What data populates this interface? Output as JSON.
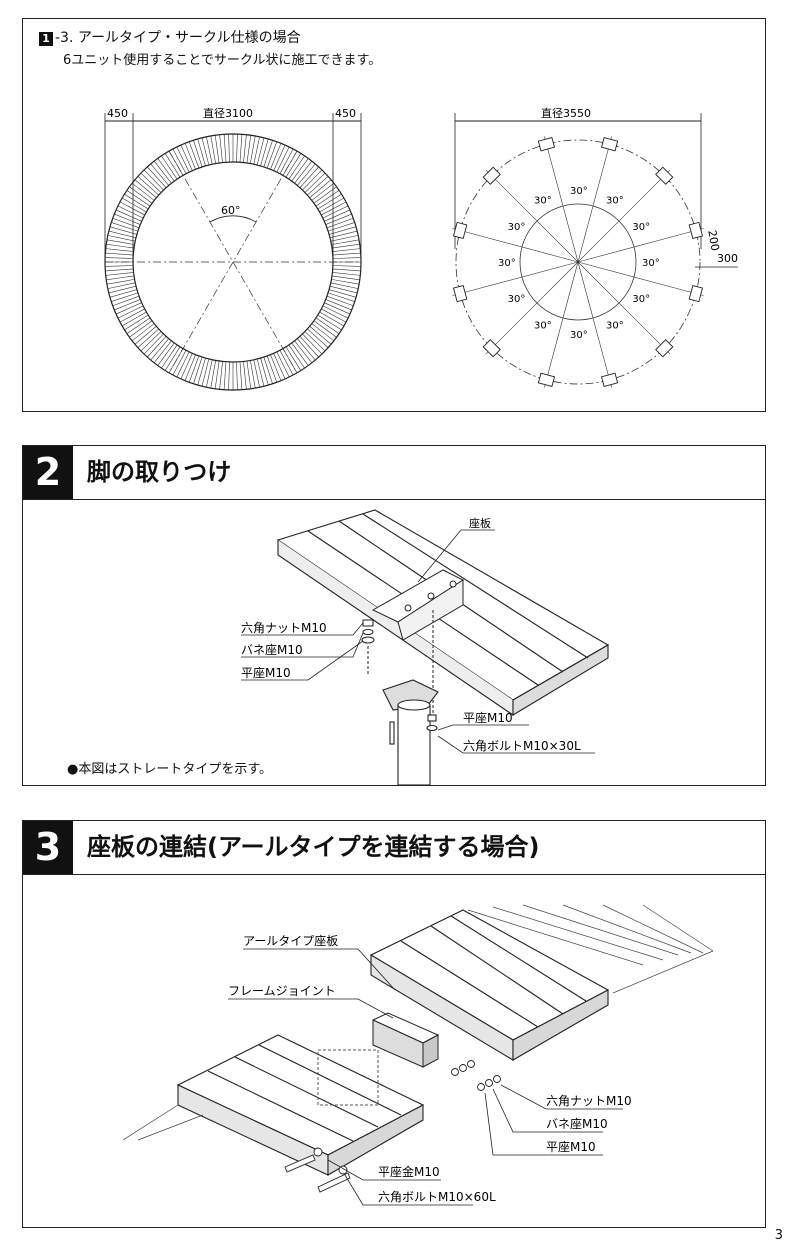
{
  "section1": {
    "badge": "1",
    "title": "-3. アールタイプ・サークル仕様の場合",
    "subtitle": "6ユニット使用することでサークル状に施工できます。",
    "left_diagram": {
      "dim_left": "450",
      "dim_center": "直径3100",
      "dim_right": "450",
      "angle": "60°"
    },
    "right_diagram": {
      "dim_top": "直径3550",
      "dim_200": "200",
      "dim_300": "300",
      "angle": "30°"
    }
  },
  "section2": {
    "number": "2",
    "title": "脚の取りつけ",
    "labels": {
      "seat": "座板",
      "hex_nut": "六角ナットM10",
      "spring_washer": "バネ座M10",
      "flat_washer": "平座M10",
      "flat_washer2": "平座M10",
      "hex_bolt": "六角ボルトM10×30L"
    },
    "note": "●本図はストレートタイプを示す。"
  },
  "section3": {
    "number": "3",
    "title": "座板の連結(アールタイプを連結する場合)",
    "labels": {
      "r_seat": "アールタイプ座板",
      "frame_joint": "フレームジョイント",
      "hex_nut": "六角ナットM10",
      "spring_washer": "バネ座M10",
      "flat_washer": "平座M10",
      "flat_washer_metal": "平座金M10",
      "hex_bolt": "六角ボルトM10×60L"
    }
  },
  "page_number": "3"
}
